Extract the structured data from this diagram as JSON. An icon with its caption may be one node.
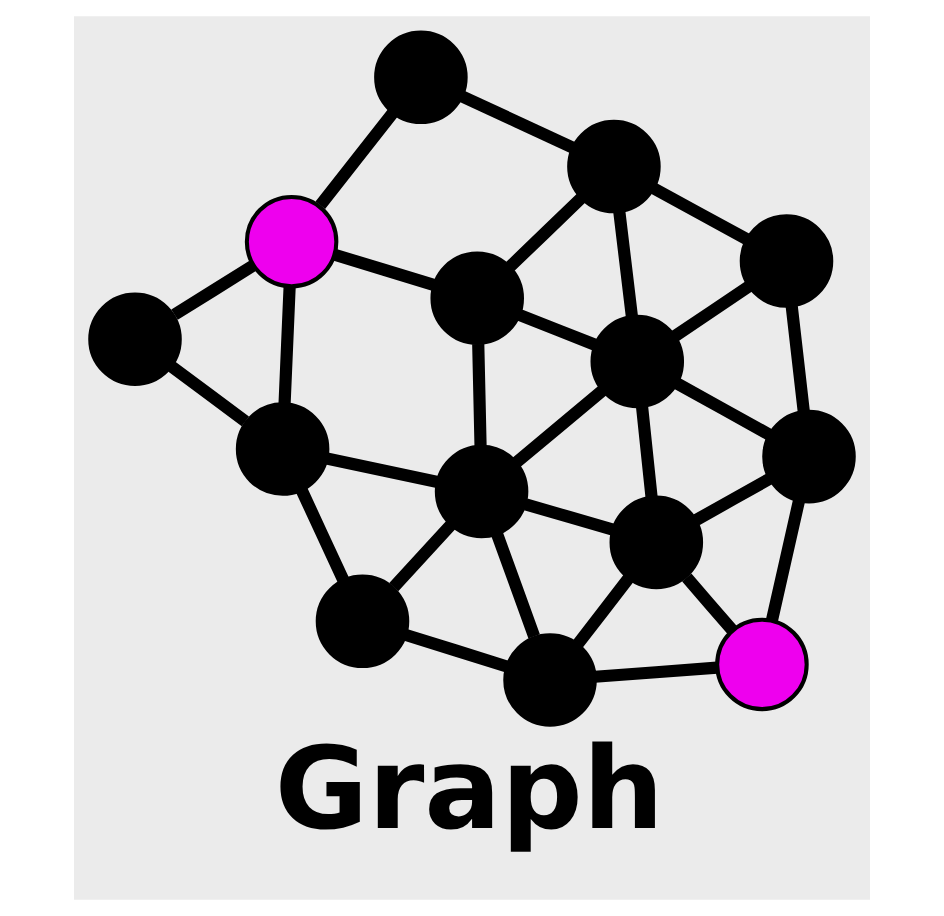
{
  "diagram": {
    "caption": "Graph",
    "nodes": [
      {
        "text": [],
        "shape": "circle"
      },
      {
        "text": [],
        "shape": "circle"
      },
      {
        "text": [],
        "shape": "circle"
      },
      {
        "text": [],
        "shape": "circle"
      },
      {
        "text": [],
        "shape": "circle"
      },
      {
        "text": [],
        "shape": "circle"
      },
      {
        "text": [],
        "shape": "circle"
      },
      {
        "text": [],
        "shape": "circle"
      },
      {
        "text": [],
        "shape": "circle"
      },
      {
        "text": [],
        "shape": "circle"
      },
      {
        "text": [],
        "shape": "circle"
      },
      {
        "text": [],
        "shape": "circle"
      },
      {
        "text": [],
        "shape": "circle"
      },
      {
        "text": [],
        "shape": "circle"
      }
    ],
    "edges": [
      {
        "from": 0,
        "to": 1,
        "arrow": "none"
      },
      {
        "from": 0,
        "to": 3,
        "arrow": "none"
      },
      {
        "from": 0,
        "to": 4,
        "arrow": "none"
      },
      {
        "from": 1,
        "to": 2,
        "arrow": "none"
      },
      {
        "from": 1,
        "to": 4,
        "arrow": "none"
      },
      {
        "from": 1,
        "to": 5,
        "arrow": "none"
      },
      {
        "from": 2,
        "to": 5,
        "arrow": "none"
      },
      {
        "from": 3,
        "to": 4,
        "arrow": "none"
      },
      {
        "from": 3,
        "to": 6,
        "arrow": "none"
      },
      {
        "from": 3,
        "to": 7,
        "arrow": "none"
      },
      {
        "from": 4,
        "to": 7,
        "arrow": "none"
      },
      {
        "from": 4,
        "to": 10,
        "arrow": "none"
      },
      {
        "from": 4,
        "to": 8,
        "arrow": "none"
      },
      {
        "from": 5,
        "to": 8,
        "arrow": "none"
      },
      {
        "from": 5,
        "to": 11,
        "arrow": "none"
      },
      {
        "from": 6,
        "to": 7,
        "arrow": "none"
      },
      {
        "from": 6,
        "to": 9,
        "arrow": "none"
      },
      {
        "from": 7,
        "to": 9,
        "arrow": "none"
      },
      {
        "from": 7,
        "to": 10,
        "arrow": "none"
      },
      {
        "from": 8,
        "to": 10,
        "arrow": "none"
      },
      {
        "from": 8,
        "to": 12,
        "arrow": "none"
      },
      {
        "from": 9,
        "to": 10,
        "arrow": "none"
      },
      {
        "from": 9,
        "to": 13,
        "arrow": "none"
      },
      {
        "from": 10,
        "to": 13,
        "arrow": "none"
      },
      {
        "from": 10,
        "to": 12,
        "arrow": "none"
      },
      {
        "from": 12,
        "to": 13,
        "arrow": "none"
      },
      {
        "from": 12,
        "to": 11,
        "arrow": "none"
      }
    ]
  }
}
